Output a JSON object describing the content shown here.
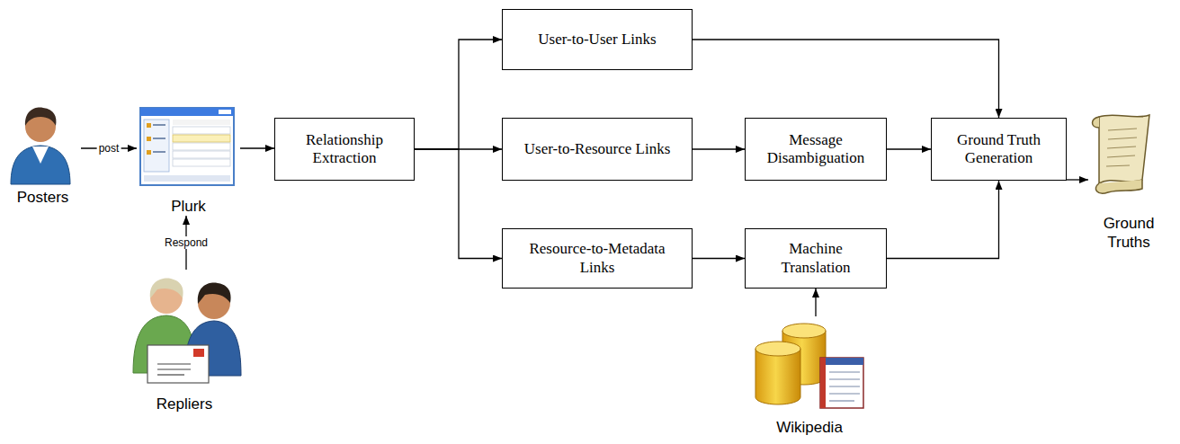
{
  "diagram": {
    "nodes": [
      {
        "text": [
          "Posters"
        ]
      },
      {
        "text": [
          "Plurk"
        ]
      },
      {
        "text": [
          "Repliers"
        ]
      },
      {
        "text": [
          "Relationship Extraction"
        ]
      },
      {
        "text": [
          "User-to-User Links"
        ]
      },
      {
        "text": [
          "User-to-Resource Links"
        ]
      },
      {
        "text": [
          "Resource-to-Metadata Links"
        ]
      },
      {
        "text": [
          "Message Disambiguation"
        ]
      },
      {
        "text": [
          "Machine Translation"
        ]
      },
      {
        "text": [
          "Wikipedia"
        ]
      },
      {
        "text": [
          "Ground Truth Generation"
        ]
      },
      {
        "text": [
          "Ground Truths"
        ]
      }
    ],
    "edges": [
      {
        "from": 0,
        "to": 1,
        "label": "post",
        "arrow": "to"
      },
      {
        "from": 2,
        "to": 1,
        "label": "Respond",
        "arrow": "to"
      },
      {
        "from": 1,
        "to": 3,
        "arrow": "to"
      },
      {
        "from": 3,
        "to": 4,
        "arrow": "to"
      },
      {
        "from": 3,
        "to": 5,
        "arrow": "to"
      },
      {
        "from": 3,
        "to": 6,
        "arrow": "to"
      },
      {
        "from": 5,
        "to": 7,
        "arrow": "to"
      },
      {
        "from": 6,
        "to": 8,
        "arrow": "to"
      },
      {
        "from": 9,
        "to": 8,
        "arrow": "to"
      },
      {
        "from": 4,
        "to": 10,
        "arrow": "to"
      },
      {
        "from": 7,
        "to": 10,
        "arrow": "to"
      },
      {
        "from": 8,
        "to": 10,
        "arrow": "to"
      },
      {
        "from": 10,
        "to": 11,
        "arrow": "to"
      }
    ]
  }
}
